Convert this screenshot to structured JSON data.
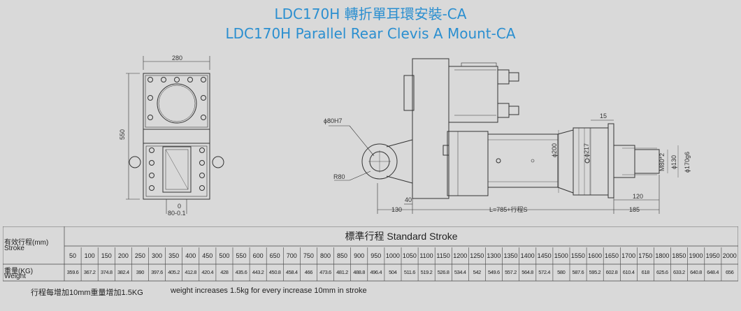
{
  "title": {
    "line1": "LDC170H 轉折單耳環安裝-CA",
    "line2": "LDC170H Parallel Rear Clevis A Mount-CA"
  },
  "drawing": {
    "front_view": {
      "width_label": "280",
      "height_label": "550",
      "offset_label_top": "0",
      "offset_label_bottom": "80-0.1"
    },
    "side_view": {
      "bore_label": "ϕ80H7",
      "radius_label": "R80",
      "dim_40": "40",
      "dim_130": "130",
      "length_label": "L=785+行程S",
      "dim_185": "185",
      "dim_120": "120",
      "dim_15": "15",
      "dia_200": "ϕ200",
      "dia_217": "ϕ217",
      "thread_label": "M80*2",
      "dia_130": "ϕ130",
      "dia_170": "ϕ170g6"
    }
  },
  "table": {
    "header": "標準行程 Standard Stroke",
    "stroke_label_zh": "有效行程(mm)",
    "stroke_label_en": "Stroke",
    "weight_label_zh": "重量(KG)",
    "weight_label_en": "Weight",
    "strokes": [
      "50",
      "100",
      "150",
      "200",
      "250",
      "300",
      "350",
      "400",
      "450",
      "500",
      "550",
      "600",
      "650",
      "700",
      "750",
      "800",
      "850",
      "900",
      "950",
      "1000",
      "1050",
      "1100",
      "1150",
      "1200",
      "1250",
      "1300",
      "1350",
      "1400",
      "1450",
      "1500",
      "1550",
      "1600",
      "1650",
      "1700",
      "1750",
      "1800",
      "1850",
      "1900",
      "1950",
      "2000"
    ],
    "weights": [
      "359.6",
      "367.2",
      "374.8",
      "382.4",
      "390",
      "397.6",
      "405.2",
      "412.8",
      "420.4",
      "428",
      "435.6",
      "443.2",
      "450.8",
      "458.4",
      "466",
      "473.6",
      "481.2",
      "488.8",
      "496.4",
      "504",
      "511.6",
      "519.2",
      "526.8",
      "534.4",
      "542",
      "549.6",
      "557.2",
      "564.8",
      "572.4",
      "580",
      "587.6",
      "595.2",
      "602.8",
      "610.4",
      "618",
      "625.6",
      "633.2",
      "640.8",
      "648.4",
      "656"
    ]
  },
  "notes": {
    "zh": "行程每增加10mm重量增加1.5KG",
    "en": "weight increases 1.5kg for every increase 10mm in stroke"
  },
  "colors": {
    "title": "#2b8fd0",
    "background": "#d9d9d9"
  }
}
